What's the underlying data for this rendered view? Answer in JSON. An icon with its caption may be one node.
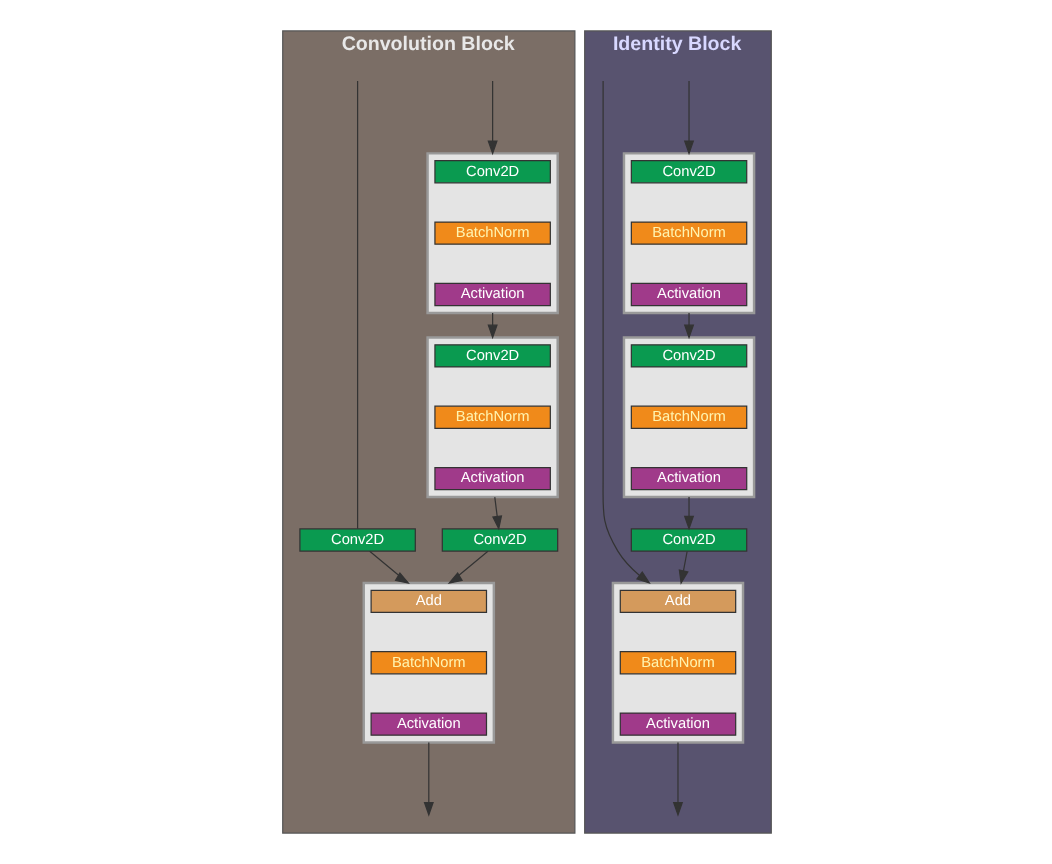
{
  "diagram": {
    "nodes": [
      {
        "text": [
          "Convolution Block"
        ]
      },
      {
        "text": [],
        "shape": "box",
        "in": 0
      },
      {
        "text": [
          "Conv2D"
        ],
        "in": 1
      },
      {
        "text": [
          "BatchNorm"
        ],
        "in": 1
      },
      {
        "text": [
          "Activation"
        ],
        "in": 1
      },
      {
        "text": [],
        "shape": "box",
        "in": 0
      },
      {
        "text": [
          "Conv2D"
        ],
        "in": 5
      },
      {
        "text": [
          "BatchNorm"
        ],
        "in": 5
      },
      {
        "text": [
          "Activation"
        ],
        "in": 5
      },
      {
        "text": [
          "Conv2D"
        ],
        "in": 0
      },
      {
        "text": [
          "Conv2D"
        ],
        "in": 0
      },
      {
        "text": [],
        "shape": "box",
        "in": 0
      },
      {
        "text": [
          "Add"
        ],
        "in": 11
      },
      {
        "text": [
          "BatchNorm"
        ],
        "in": 11
      },
      {
        "text": [
          "Activation"
        ],
        "in": 11
      },
      {
        "text": [
          "Identity Block"
        ]
      },
      {
        "text": [],
        "shape": "box",
        "in": 15
      },
      {
        "text": [
          "Conv2D"
        ],
        "in": 16
      },
      {
        "text": [
          "BatchNorm"
        ],
        "in": 16
      },
      {
        "text": [
          "Activation"
        ],
        "in": 16
      },
      {
        "text": [],
        "shape": "box",
        "in": 15
      },
      {
        "text": [
          "Conv2D"
        ],
        "in": 20
      },
      {
        "text": [
          "BatchNorm"
        ],
        "in": 20
      },
      {
        "text": [
          "Activation"
        ],
        "in": 20
      },
      {
        "text": [
          "Conv2D"
        ],
        "in": 15
      },
      {
        "text": [],
        "shape": "box",
        "in": 15
      },
      {
        "text": [
          "Add"
        ],
        "in": 25
      },
      {
        "text": [
          "BatchNorm"
        ],
        "in": 25
      },
      {
        "text": [
          "Activation"
        ],
        "in": 25
      }
    ],
    "edges": [
      {
        "from": null,
        "to": 1,
        "arrow": "to"
      },
      {
        "from": null,
        "to": 9,
        "arrow": "none"
      },
      {
        "from": 1,
        "to": 5,
        "arrow": "to"
      },
      {
        "from": 5,
        "to": 10,
        "arrow": "to"
      },
      {
        "from": 10,
        "to": 11,
        "arrow": "to"
      },
      {
        "from": 9,
        "to": 11,
        "arrow": "to"
      },
      {
        "from": 11,
        "to": null,
        "arrow": "to"
      },
      {
        "from": null,
        "to": 16,
        "arrow": "to"
      },
      {
        "from": null,
        "to": 25,
        "arrow": "to"
      },
      {
        "from": 16,
        "to": 20,
        "arrow": "to"
      },
      {
        "from": 20,
        "to": 24,
        "arrow": "to"
      },
      {
        "from": 24,
        "to": 25,
        "arrow": "to"
      },
      {
        "from": 25,
        "to": null,
        "arrow": "to"
      }
    ]
  }
}
